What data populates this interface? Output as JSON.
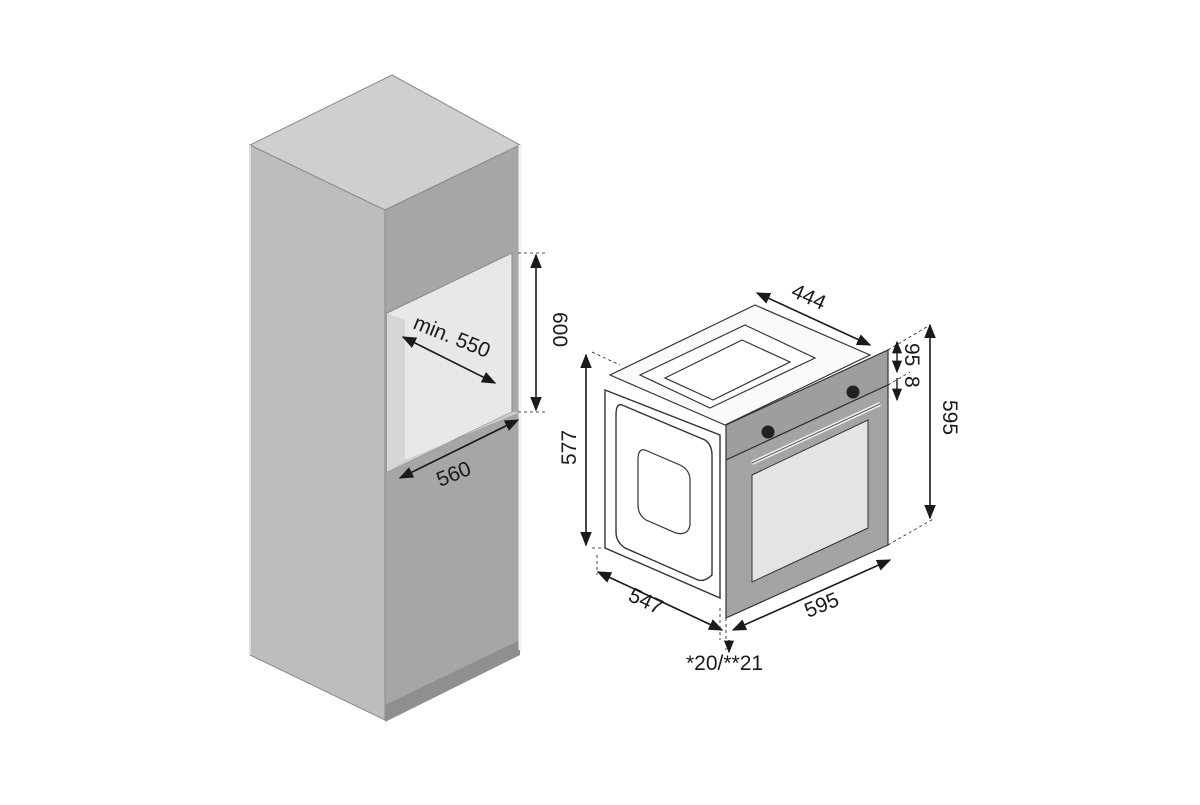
{
  "dimensions": {
    "cabinet_niche_width": "min. 550",
    "cabinet_niche_height": "600",
    "cabinet_niche_depth": "560",
    "oven_top_depth": "444",
    "oven_control_panel_height": "95",
    "oven_panel_gap": "8",
    "oven_front_height": "595",
    "oven_body_height": "577",
    "oven_body_depth": "547",
    "oven_front_width": "595",
    "oven_front_thickness": "*20/**21"
  },
  "colors": {
    "cabinet_front": "#a6a6a6",
    "cabinet_side": "#bdbdbd",
    "cabinet_top": "#cfcfcf",
    "niche_back": "#e6e6e6",
    "oven_front": "#9e9e9e",
    "oven_window": "#e4e4e4",
    "line": "#1a1a1a"
  }
}
